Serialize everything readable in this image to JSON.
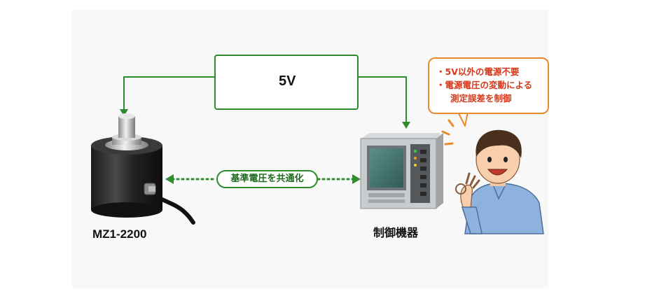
{
  "power": {
    "voltage_label": "5V"
  },
  "sensor": {
    "model_label": "MZ1-2200"
  },
  "controller": {
    "label": "制御機器"
  },
  "link": {
    "label": "基準電圧を共通化"
  },
  "callout": {
    "lines": [
      "・5V以外の電源不要",
      "・電源電圧の変動による",
      "測定誤差を制御"
    ]
  },
  "colors": {
    "accent_green": "#2e8b2e",
    "callout_border": "#e8892a",
    "callout_text": "#d63a1c"
  }
}
